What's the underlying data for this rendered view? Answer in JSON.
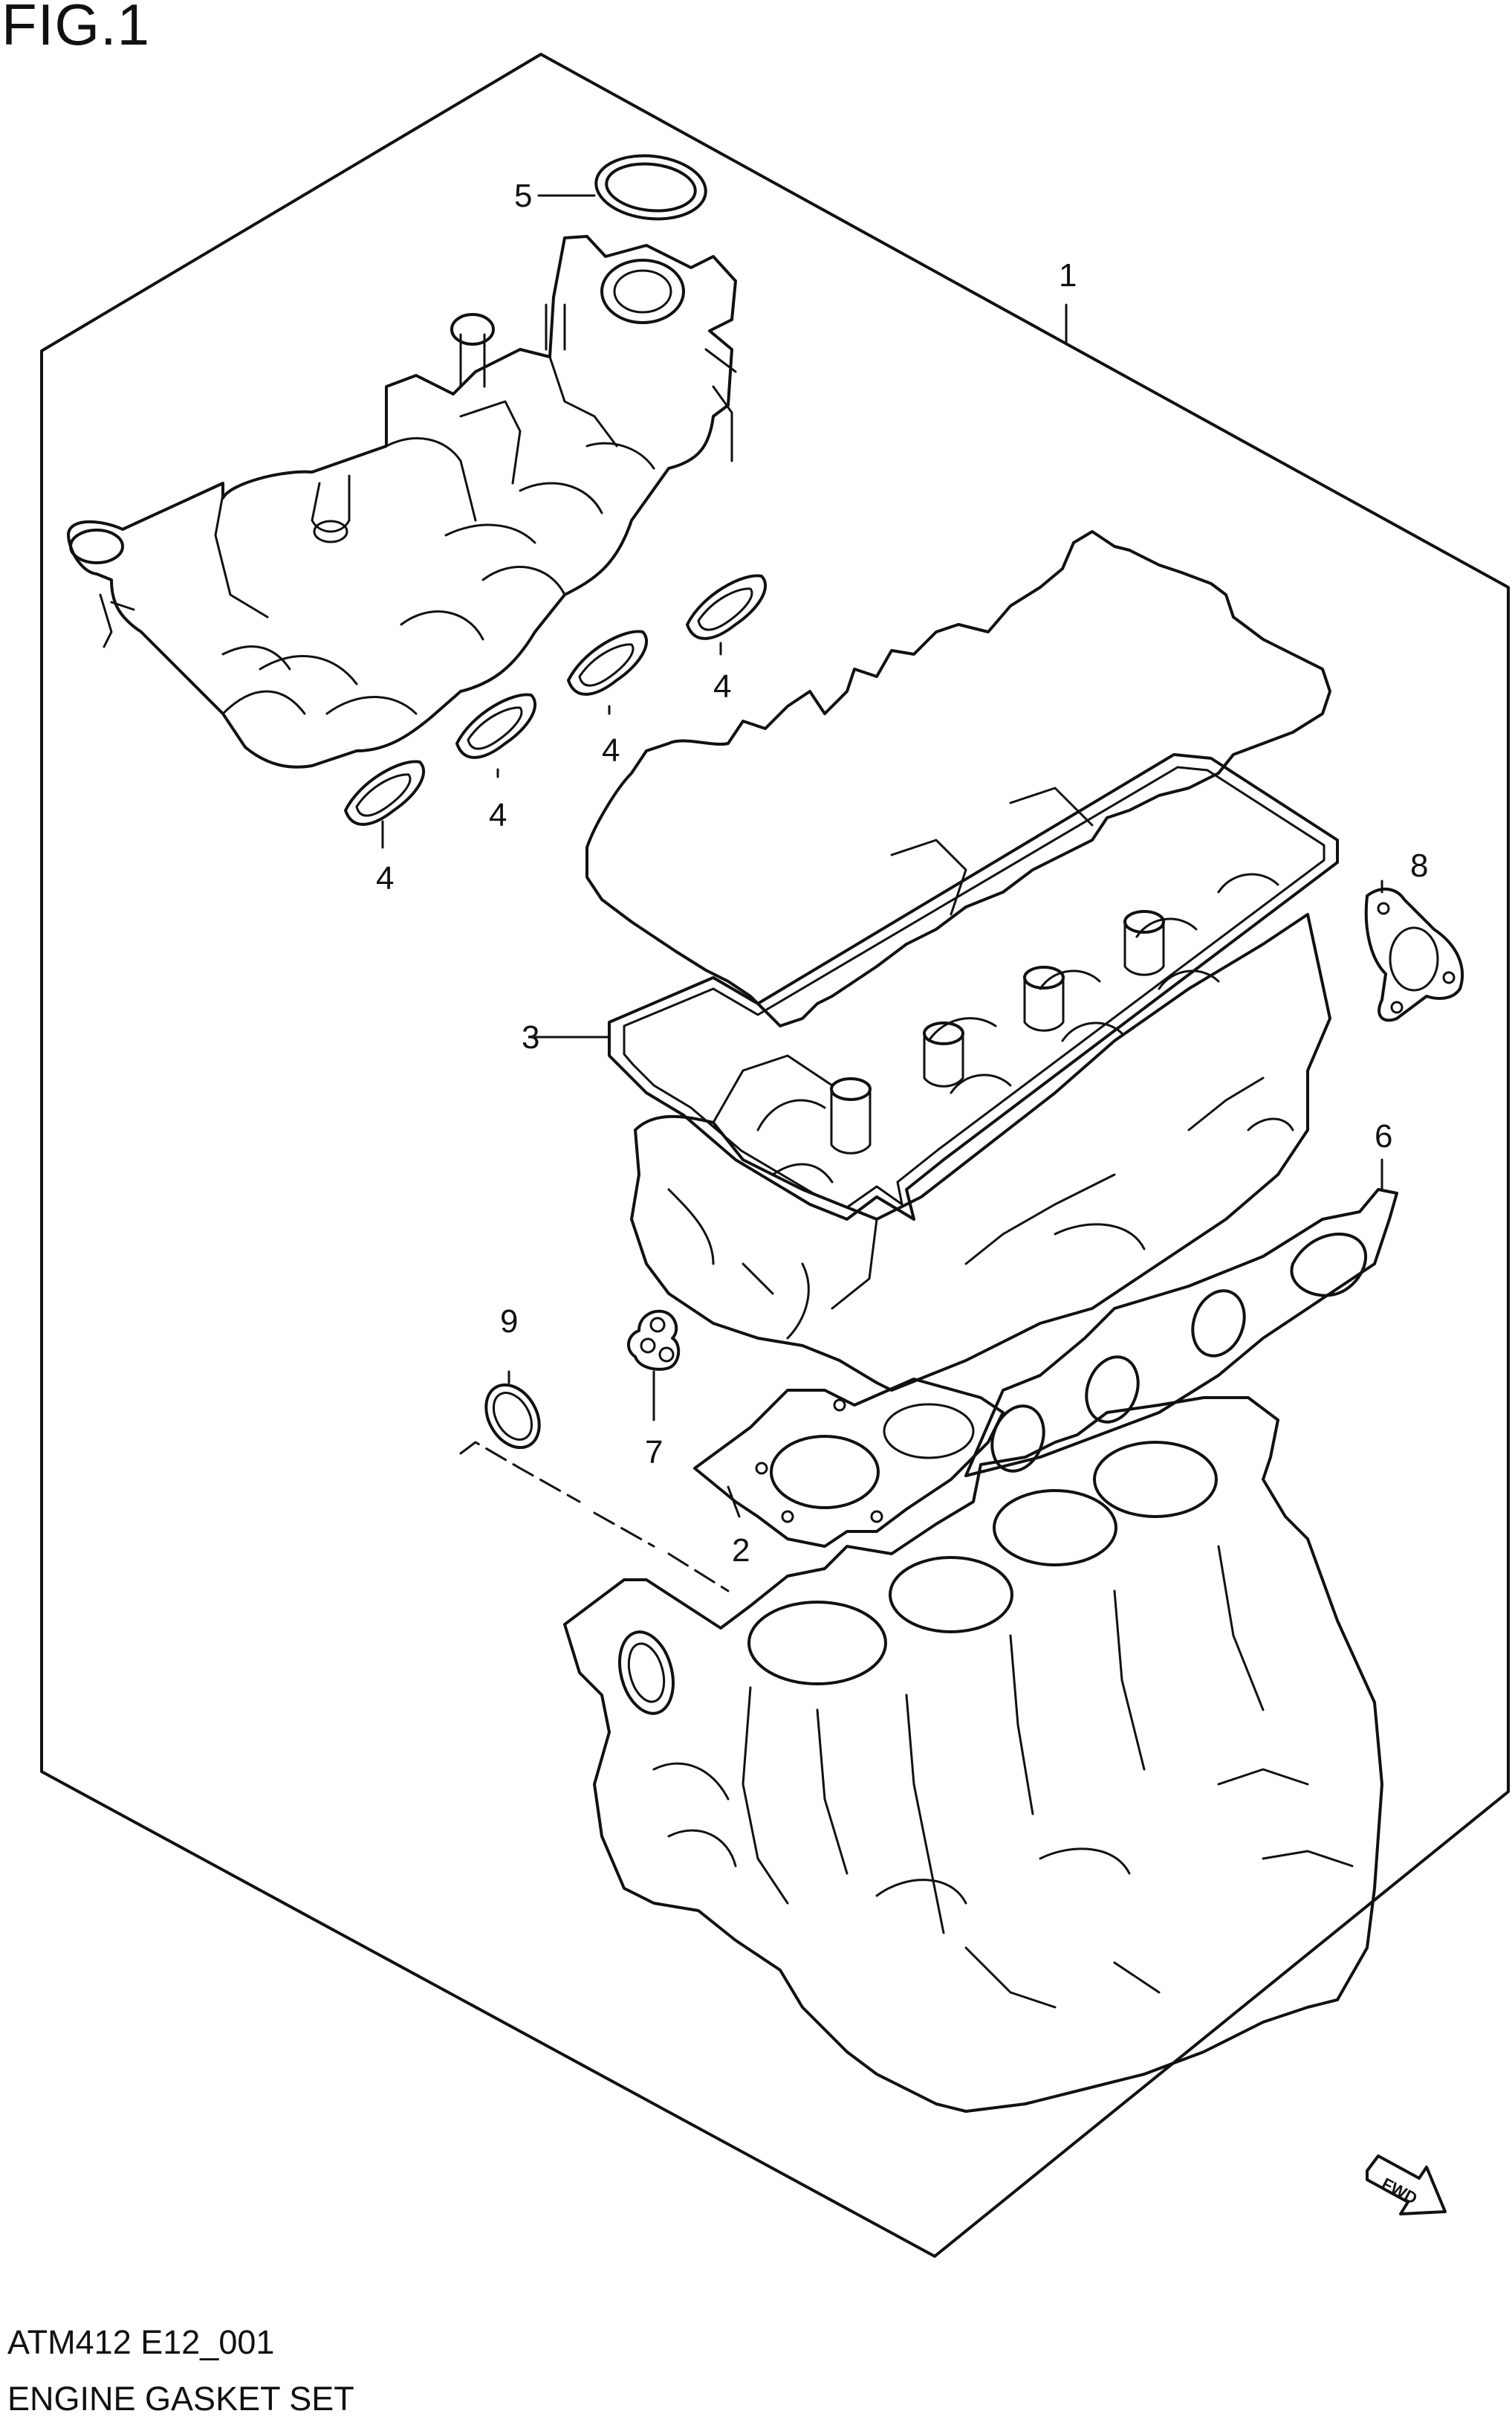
{
  "header": {
    "figure_label": "FIG.1"
  },
  "footer": {
    "code": "ATM412 E12_001",
    "title": "ENGINE GASKET SET"
  },
  "fwd_marker": {
    "label": "FWD"
  },
  "callouts": [
    {
      "id": "1",
      "part": "kit"
    },
    {
      "id": "2",
      "part": "cylinder-head-gasket"
    },
    {
      "id": "3",
      "part": "cylinder-head-cover-gasket"
    },
    {
      "id": "4",
      "part": "intake-manifold-gasket"
    },
    {
      "id": "4",
      "part": "intake-manifold-gasket"
    },
    {
      "id": "4",
      "part": "intake-manifold-gasket"
    },
    {
      "id": "4",
      "part": "intake-manifold-gasket"
    },
    {
      "id": "5",
      "part": "throttle-body-gasket"
    },
    {
      "id": "6",
      "part": "exhaust-manifold-gasket"
    },
    {
      "id": "7",
      "part": "water-outlet-gasket"
    },
    {
      "id": "8",
      "part": "thermostat-gasket"
    },
    {
      "id": "9",
      "part": "o-ring"
    }
  ]
}
